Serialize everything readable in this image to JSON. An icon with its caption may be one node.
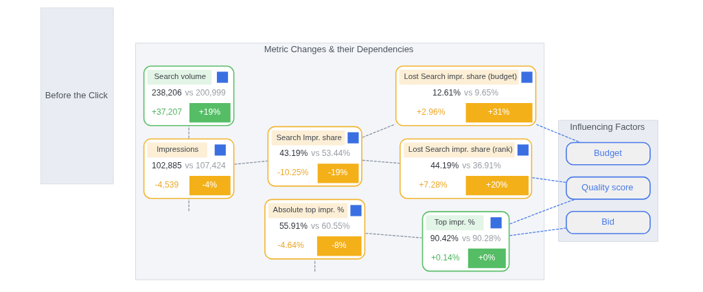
{
  "diagram": {
    "nodes": [
      {
        "text": [
          "Metric Changes & their Dependencies"
        ]
      },
      {
        "text": [
          "Influencing Factors"
        ]
      },
      {
        "text": [
          "Before the Click"
        ]
      },
      {
        "text": [
          "Search volume",
          "238,206",
          "vs 200,999",
          "+37,207",
          "+19%"
        ],
        "in": 0
      },
      {
        "text": [
          "Impressions",
          "102,885",
          "vs 107,424",
          "-4,539",
          "-4%"
        ],
        "in": 0
      },
      {
        "text": [
          "Search Impr. share",
          "43.19%",
          "vs 53.44%",
          "-10.25%",
          "-19%"
        ],
        "in": 0
      },
      {
        "text": [
          "Absolute top impr. %",
          "55.91%",
          "vs 60.55%",
          "-4.64%",
          "-8%"
        ],
        "in": 0
      },
      {
        "text": [
          "Lost Search impr. share (budget)",
          "12.61%",
          "vs 9.65%",
          "+2.96%",
          "+31%"
        ],
        "in": 0
      },
      {
        "text": [
          "Lost Search impr. share (rank)",
          "44.19%",
          "vs 36.91%",
          "+7.28%",
          "+20%"
        ],
        "in": 0
      },
      {
        "text": [
          "Top impr. %",
          "90.42%",
          "vs 90.28%",
          "+0.14%",
          "+0%"
        ],
        "in": 0
      },
      {
        "text": [
          "Budget"
        ],
        "in": 1
      },
      {
        "text": [
          "Quality score"
        ],
        "in": 1
      },
      {
        "text": [
          "Bid"
        ],
        "in": 1
      }
    ],
    "edges": [
      {
        "from": 3,
        "to": 4,
        "arrow": "none",
        "style": "dashed"
      },
      {
        "from": 4,
        "to": 5,
        "arrow": "none",
        "style": "dashed"
      },
      {
        "from": 5,
        "to": 7,
        "arrow": "none",
        "style": "dashed"
      },
      {
        "from": 5,
        "to": 8,
        "arrow": "none",
        "style": "dashed"
      },
      {
        "from": 6,
        "to": 9,
        "arrow": "none",
        "style": "dashed"
      },
      {
        "from": 7,
        "to": 10,
        "arrow": "none",
        "style": "dashed",
        "color": "#4a7be8"
      },
      {
        "from": 8,
        "to": 11,
        "arrow": "none",
        "style": "dashed",
        "color": "#4a7be8"
      },
      {
        "from": 9,
        "to": 11,
        "arrow": "none",
        "style": "dashed",
        "color": "#4a7be8"
      },
      {
        "from": 9,
        "to": 12,
        "arrow": "none",
        "style": "dashed",
        "color": "#4a7be8"
      },
      {
        "from": 4,
        "to": null,
        "arrow": "none",
        "style": "dashed"
      },
      {
        "from": 6,
        "to": null,
        "arrow": "none",
        "style": "dashed"
      }
    ]
  }
}
